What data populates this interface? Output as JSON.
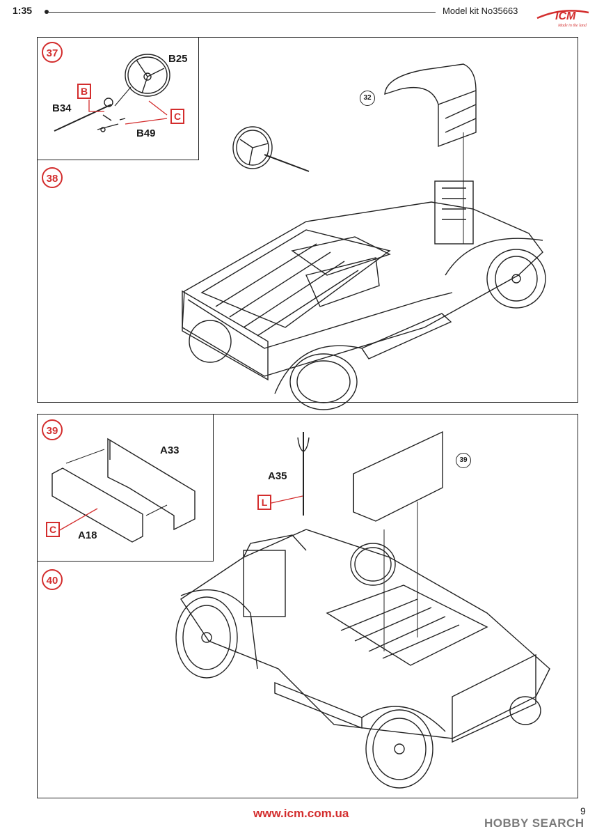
{
  "header": {
    "scale": "1:35",
    "kit": "Model kit No35663",
    "brand": "ICM",
    "brand_tagline": "Made in the land"
  },
  "steps": {
    "s37": {
      "number": "37",
      "parts": {
        "b25": "B25",
        "b34": "B34",
        "b49": "B49"
      },
      "paints": {
        "b": "B",
        "c": "C"
      }
    },
    "s38": {
      "number": "38",
      "ref": "32"
    },
    "s39": {
      "number": "39",
      "parts": {
        "a33": "A33",
        "a18": "A18"
      },
      "paints": {
        "c": "C"
      }
    },
    "s40": {
      "number": "40",
      "ref": "39",
      "parts": {
        "a35": "A35"
      },
      "paints": {
        "l": "L"
      }
    }
  },
  "footer": {
    "url": "www.icm.com.ua",
    "page": "9",
    "watermark": "HOBBY SEARCH"
  },
  "colors": {
    "accent": "#d32d2d",
    "ink": "#222222"
  }
}
